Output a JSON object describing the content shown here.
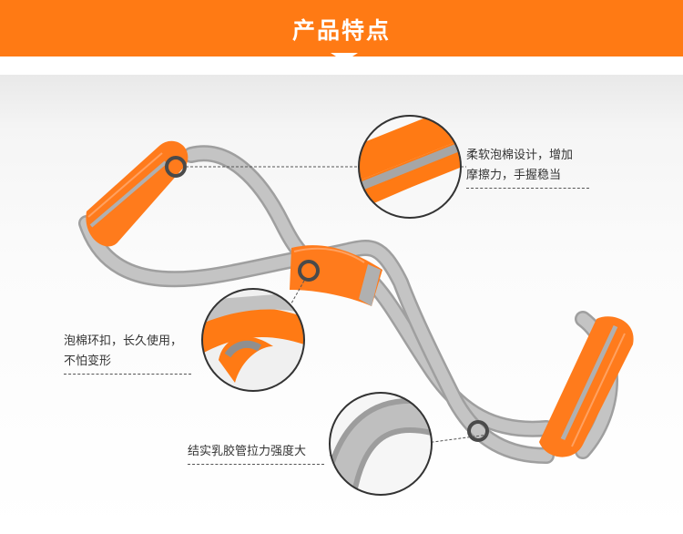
{
  "header": {
    "title": "产品特点"
  },
  "features": [
    {
      "lines": [
        "柔软泡棉设计，增加",
        "摩擦力，手握稳当"
      ]
    },
    {
      "lines": [
        "泡棉环扣，长久使用，",
        "不怕变形"
      ]
    },
    {
      "lines": [
        "结实乳胶管拉力强度大"
      ]
    }
  ],
  "colors": {
    "accent": "#ff7a14",
    "foam": "#ff7b1c",
    "tube": "#b7b7b7",
    "stripe": "#a9a9a9"
  },
  "icons": [
    "chevron-down-icon"
  ]
}
